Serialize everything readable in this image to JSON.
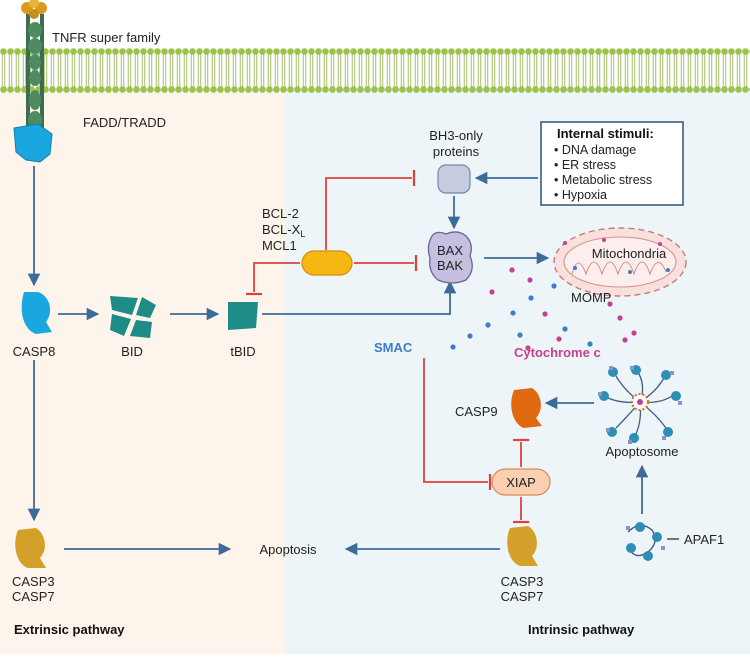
{
  "labels": {
    "tnfr": "TNFR super family",
    "fadd": "FADD/TRADD",
    "casp8": "CASP8",
    "bid": "BID",
    "tbid": "tBID",
    "bcl2": "BCL-2",
    "bclxl_main": "BCL-X",
    "bclxl_sub": "L",
    "mcl1": "MCL1",
    "bh3_line1": "BH3-only",
    "bh3_line2": "proteins",
    "bax": "BAX",
    "bak": "BAK",
    "mitochondria": "Mitochondria",
    "momp": "MOMP",
    "smac": "SMAC",
    "cytochrome": "Cytochrome c",
    "casp9": "CASP9",
    "apoptosome": "Apoptosome",
    "xiap": "XIAP",
    "apaf1": "APAF1",
    "apoptosis": "Apoptosis",
    "casp3_left": "CASP3",
    "casp7_left": "CASP7",
    "casp3_right": "CASP3",
    "casp7_right": "CASP7",
    "extrinsic": "Extrinsic pathway",
    "intrinsic": "Intrinsic pathway"
  },
  "internal_stimuli": {
    "title": "Internal stimuli:",
    "items": [
      "• DNA damage",
      "• ER stress",
      "• Metabolic stress",
      "• Hypoxia"
    ]
  },
  "colors": {
    "extrinsic_bg": "#fdf4ec",
    "intrinsic_bg": "#eef5f9",
    "arrow": "#3e6a99",
    "inhibit": "#e0403c",
    "membrane": "#9cc24a",
    "casp8": "#1aa7df",
    "bid": "#1e8c86",
    "bcl2": "#f6b713",
    "casp9": "#e06a12",
    "casp3": "#d3a129",
    "smac": "#3d7cc9",
    "cytochrome": "#c63f93"
  }
}
